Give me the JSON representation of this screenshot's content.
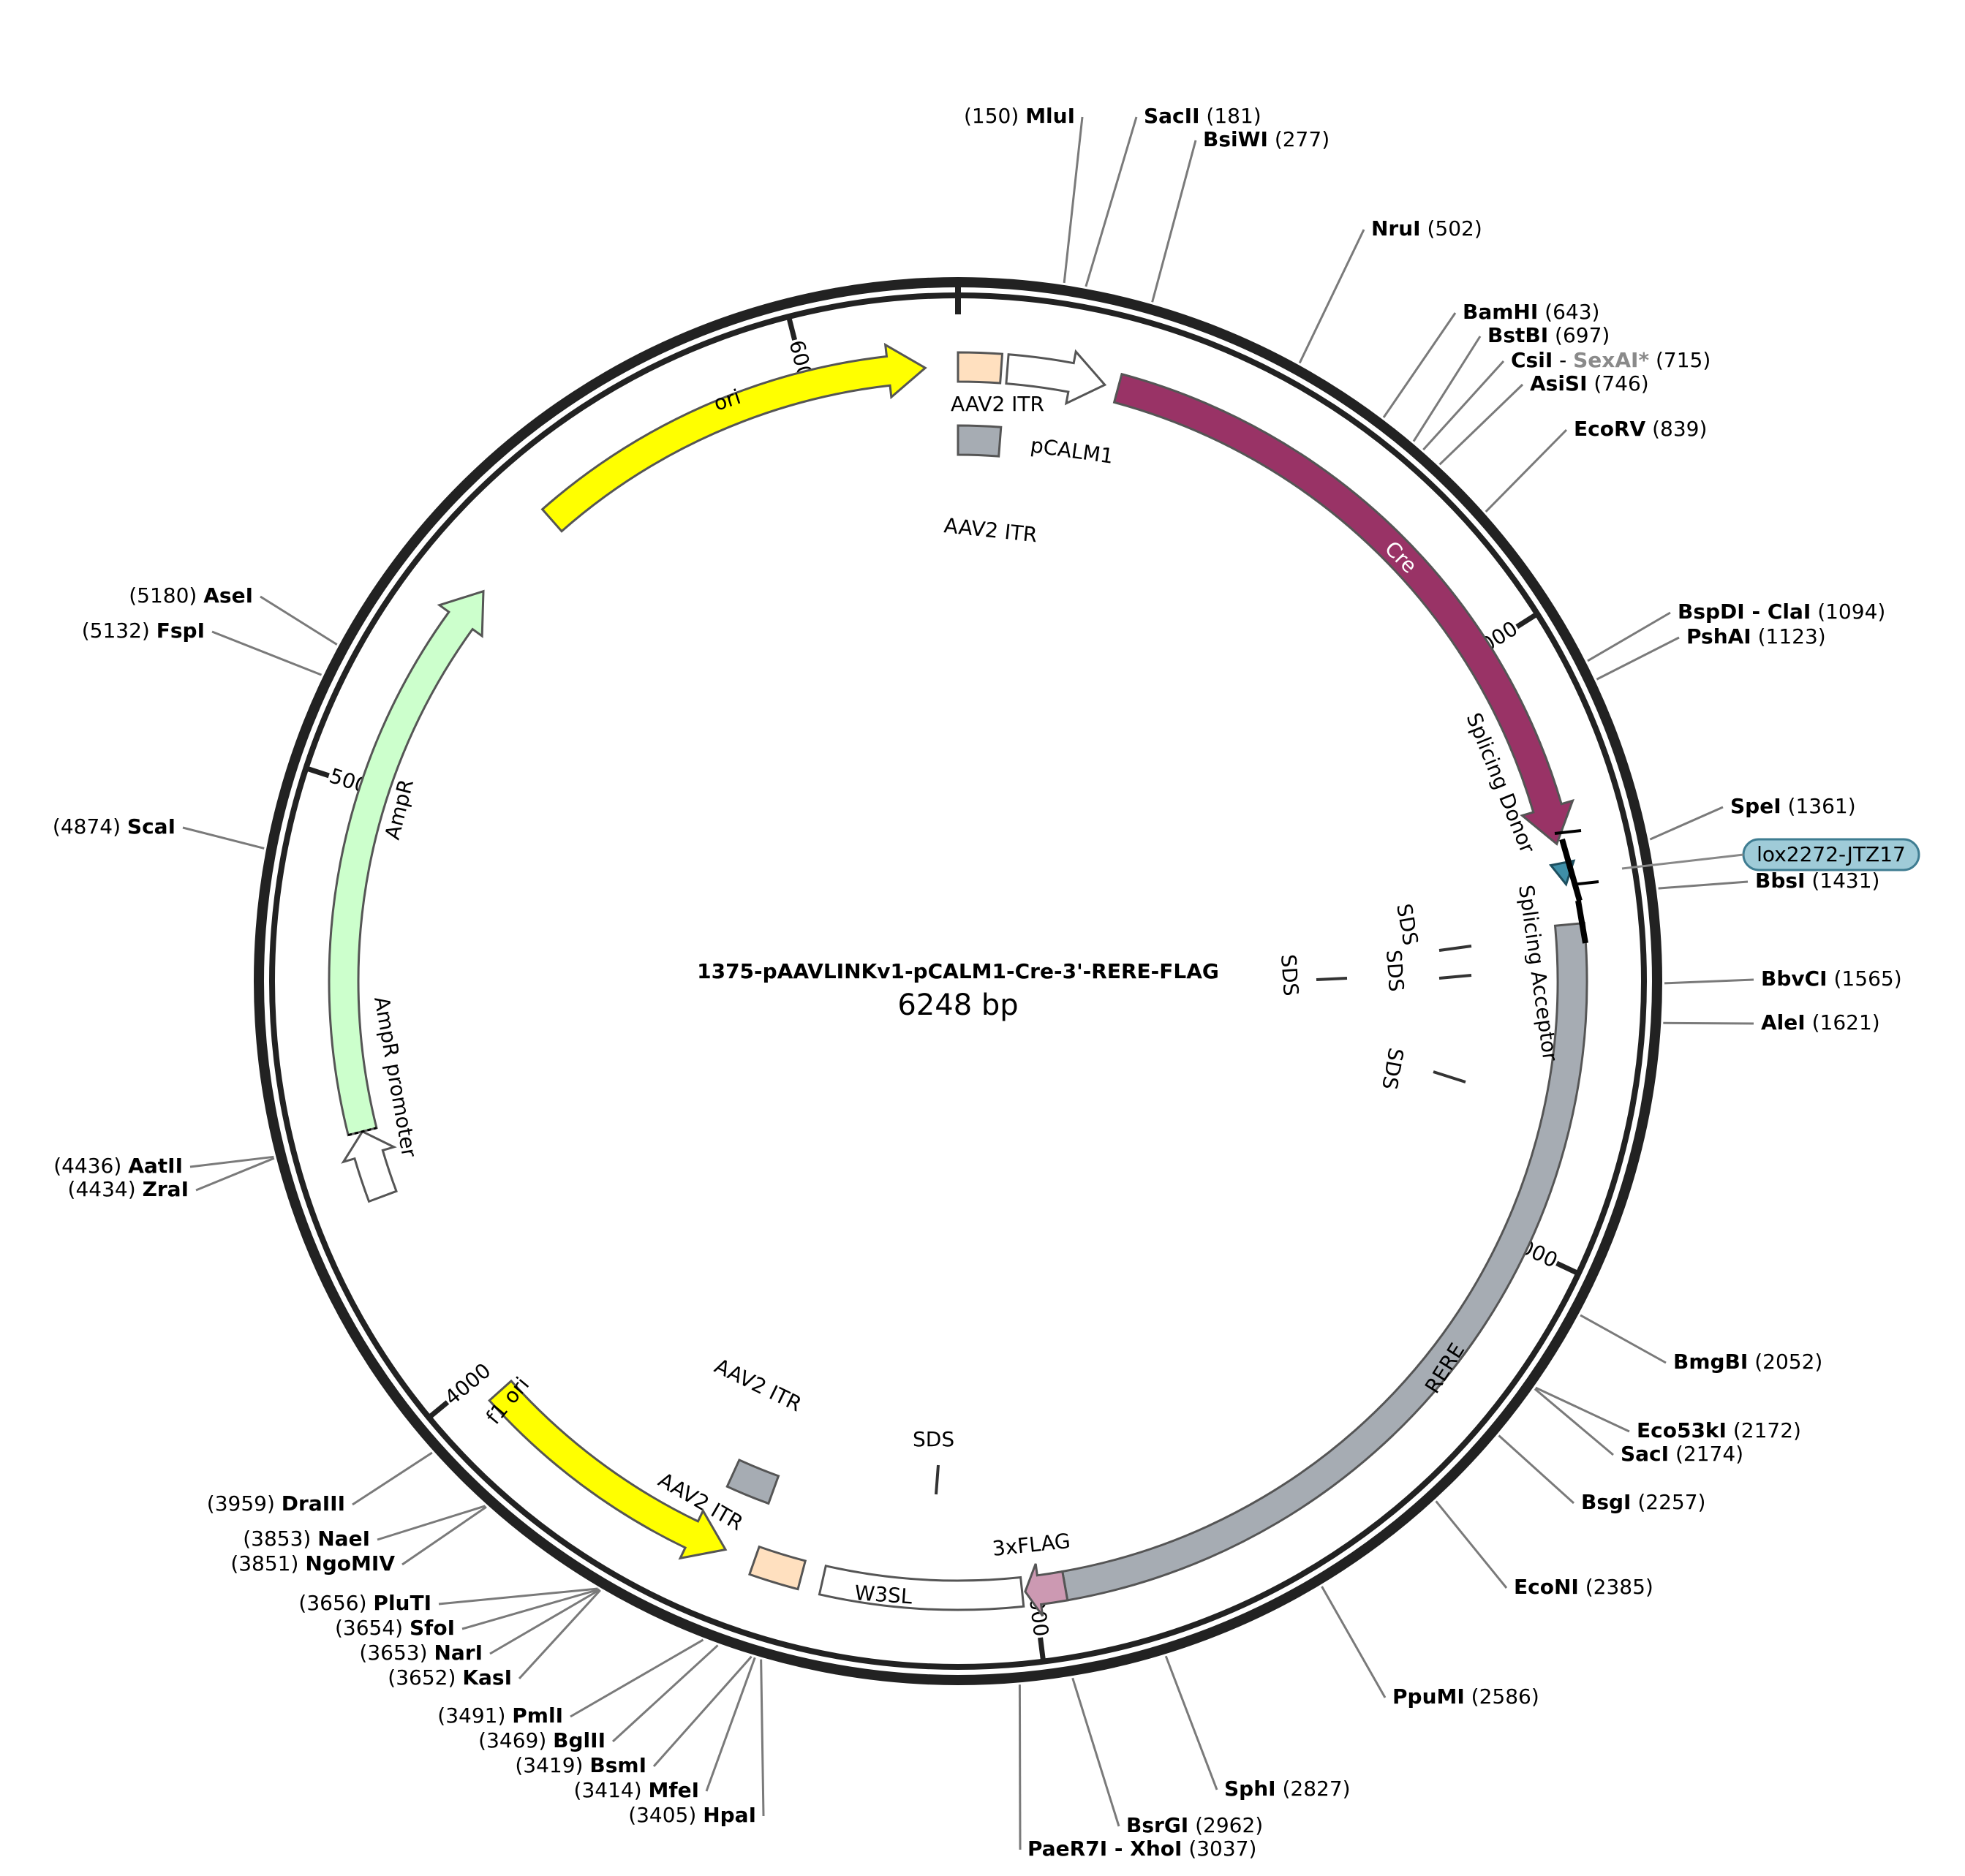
{
  "plasmid": {
    "name": "1375-pAAVLINKv1-pCALM1-Cre-3'-RERE-FLAG",
    "size_label": "6248 bp",
    "length": 6248
  },
  "ticks": [
    {
      "pos": 1000,
      "label": "1000"
    },
    {
      "pos": 2000,
      "label": "2000"
    },
    {
      "pos": 3000,
      "label": "3000"
    },
    {
      "pos": 4000,
      "label": "4000"
    },
    {
      "pos": 5000,
      "label": "5000"
    },
    {
      "pos": 6000,
      "label": "6000"
    }
  ],
  "features": [
    {
      "id": "cre",
      "label": "Cre",
      "start": 262,
      "end": 1338,
      "dir": 1,
      "track": 0,
      "fill": "#993366",
      "label_color": "#ffffff"
    },
    {
      "id": "rere",
      "label": "RERE",
      "start": 1470,
      "end": 2950,
      "dir": 0,
      "track": 0,
      "fill": "#a6acb3",
      "label_color": "#000000"
    },
    {
      "id": "flag",
      "label": "3xFLAG",
      "start": 2950,
      "end": 3015,
      "dir": 1,
      "track": 0,
      "fill": "#cc99b2",
      "label_color": "#000000"
    },
    {
      "id": "w3sl",
      "label": "W3SL",
      "start": 3020,
      "end": 3345,
      "dir": 0,
      "track": 0,
      "fill": "#ffffff",
      "label_color": "#000000"
    },
    {
      "id": "itr3",
      "label": "AAV2 ITR",
      "start": 3380,
      "end": 3460,
      "dir": 0,
      "track": 0,
      "fill": "#ffe0bf",
      "label_color": "#000000"
    },
    {
      "id": "f1ori",
      "label": "f1 ori",
      "start": 3510,
      "end": 3960,
      "dir": -1,
      "track": 0,
      "fill": "#ffff00",
      "label_color": "#000000"
    },
    {
      "id": "amppromoter",
      "label": "AmpR promoter",
      "start": 4330,
      "end": 4440,
      "dir": 1,
      "track": 0,
      "fill": "#ffffff",
      "label_color": "#000000"
    },
    {
      "id": "ampr",
      "label": "AmpR",
      "start": 4440,
      "end": 5370,
      "dir": 1,
      "track": 0,
      "fill": "#ccffcc",
      "label_color": "#000000"
    },
    {
      "id": "ori",
      "label": "ori",
      "start": 5530,
      "end": 6195,
      "dir": 1,
      "track": 0,
      "fill": "#ffff00",
      "label_color": "#000000"
    },
    {
      "id": "itr1",
      "label": "AAV2 ITR",
      "start": 6248,
      "end": 6318,
      "dir": 0,
      "track": 0,
      "fill": "#ffe0bf",
      "label_color": "#000000"
    },
    {
      "id": "pcalm1",
      "label": "pCALM1",
      "start": 80,
      "end": 240,
      "dir": 1,
      "track": 0,
      "fill": "#ffffff",
      "label_color": "#000000"
    },
    {
      "id": "itr2",
      "label": "AAV2 ITR",
      "start": 6248,
      "end": 6325,
      "dir": 0,
      "track": 1,
      "fill": "#a6acb3",
      "label_color": "#000000"
    },
    {
      "id": "itr4",
      "label": "AAV2 ITR",
      "start": 3470,
      "end": 3550,
      "dir": 0,
      "track": 1,
      "fill": "#a6acb3",
      "label_color": "#000000"
    },
    {
      "id": "lox",
      "label": "lox2272-JTZ17",
      "start": 1370,
      "end": 1405,
      "dir": 1,
      "track": 0,
      "fill": "#3f8fa8",
      "label_color": "#000000"
    }
  ],
  "text_labels": [
    {
      "id": "splicing-donor",
      "text": "Splicing Donor"
    },
    {
      "id": "splicing-acceptor",
      "text": "Splicing Acceptor"
    },
    {
      "id": "sds-1",
      "text": "SDS"
    },
    {
      "id": "sds-2",
      "text": "SDS"
    },
    {
      "id": "sds-3",
      "text": "SDS"
    },
    {
      "id": "sds-4",
      "text": "SDS"
    },
    {
      "id": "sds-5",
      "text": "SDS"
    },
    {
      "id": "lox-label",
      "text": "lox2272-JTZ17"
    }
  ],
  "sites": [
    {
      "name": "MluI",
      "pos": "(150)",
      "bp": 150,
      "side": "left"
    },
    {
      "name": "SacII",
      "pos": "(181)",
      "bp": 181,
      "side": "right"
    },
    {
      "name": "BsiWI",
      "pos": "(277)",
      "bp": 277,
      "side": "right"
    },
    {
      "name": "NruI",
      "pos": "(502)",
      "bp": 502,
      "side": "right"
    },
    {
      "name": "BamHI",
      "pos": "(643)",
      "bp": 643,
      "side": "right"
    },
    {
      "name": "BstBI",
      "pos": "(697)",
      "bp": 697,
      "side": "right"
    },
    {
      "name": "CsiI",
      "extra": "SexAI*",
      "pos": "(715)",
      "bp": 715,
      "side": "right"
    },
    {
      "name": "AsiSI",
      "pos": "(746)",
      "bp": 746,
      "side": "right"
    },
    {
      "name": "EcoRV",
      "pos": "(839)",
      "bp": 839,
      "side": "right"
    },
    {
      "name": "BspDI - ClaI",
      "pos": "(1094)",
      "bp": 1094,
      "side": "right"
    },
    {
      "name": "PshAI",
      "pos": "(1123)",
      "bp": 1123,
      "side": "right"
    },
    {
      "name": "SpeI",
      "pos": "(1361)",
      "bp": 1361,
      "side": "right"
    },
    {
      "name": "BbsI",
      "pos": "(1431)",
      "bp": 1431,
      "side": "right"
    },
    {
      "name": "BbvCI",
      "pos": "(1565)",
      "bp": 1565,
      "side": "right"
    },
    {
      "name": "AleI",
      "pos": "(1621)",
      "bp": 1621,
      "side": "right"
    },
    {
      "name": "BmgBI",
      "pos": "(2052)",
      "bp": 2052,
      "side": "right"
    },
    {
      "name": "Eco53kI",
      "pos": "(2172)",
      "bp": 2172,
      "side": "right"
    },
    {
      "name": "SacI",
      "pos": "(2174)",
      "bp": 2174,
      "side": "right"
    },
    {
      "name": "BsgI",
      "pos": "(2257)",
      "bp": 2257,
      "side": "right"
    },
    {
      "name": "EcoNI",
      "pos": "(2385)",
      "bp": 2385,
      "side": "right"
    },
    {
      "name": "PpuMI",
      "pos": "(2586)",
      "bp": 2586,
      "side": "right"
    },
    {
      "name": "SphI",
      "pos": "(2827)",
      "bp": 2827,
      "side": "right"
    },
    {
      "name": "BsrGI",
      "pos": "(2962)",
      "bp": 2962,
      "side": "right"
    },
    {
      "name": "PaeR7I - XhoI",
      "pos": "(3037)",
      "bp": 3037,
      "side": "right"
    },
    {
      "name": "HpaI",
      "pos": "(3405)",
      "bp": 3405,
      "side": "left"
    },
    {
      "name": "MfeI",
      "pos": "(3414)",
      "bp": 3414,
      "side": "left"
    },
    {
      "name": "BsmI",
      "pos": "(3419)",
      "bp": 3419,
      "side": "left"
    },
    {
      "name": "BglII",
      "pos": "(3469)",
      "bp": 3469,
      "side": "left"
    },
    {
      "name": "PmlI",
      "pos": "(3491)",
      "bp": 3491,
      "side": "left"
    },
    {
      "name": "KasI",
      "pos": "(3652)",
      "bp": 3652,
      "side": "left"
    },
    {
      "name": "NarI",
      "pos": "(3653)",
      "bp": 3653,
      "side": "left"
    },
    {
      "name": "SfoI",
      "pos": "(3654)",
      "bp": 3654,
      "side": "left"
    },
    {
      "name": "PluTI",
      "pos": "(3656)",
      "bp": 3656,
      "side": "left"
    },
    {
      "name": "NgoMIV",
      "pos": "(3851)",
      "bp": 3851,
      "side": "left"
    },
    {
      "name": "NaeI",
      "pos": "(3853)",
      "bp": 3853,
      "side": "left"
    },
    {
      "name": "DraIII",
      "pos": "(3959)",
      "bp": 3959,
      "side": "left"
    },
    {
      "name": "ZraI",
      "pos": "(4434)",
      "bp": 4434,
      "side": "left"
    },
    {
      "name": "AatII",
      "pos": "(4436)",
      "bp": 4436,
      "side": "left"
    },
    {
      "name": "ScaI",
      "pos": "(4874)",
      "bp": 4874,
      "side": "left"
    },
    {
      "name": "FspI",
      "pos": "(5132)",
      "bp": 5132,
      "side": "left"
    },
    {
      "name": "AseI",
      "pos": "(5180)",
      "bp": 5180,
      "side": "left"
    }
  ]
}
